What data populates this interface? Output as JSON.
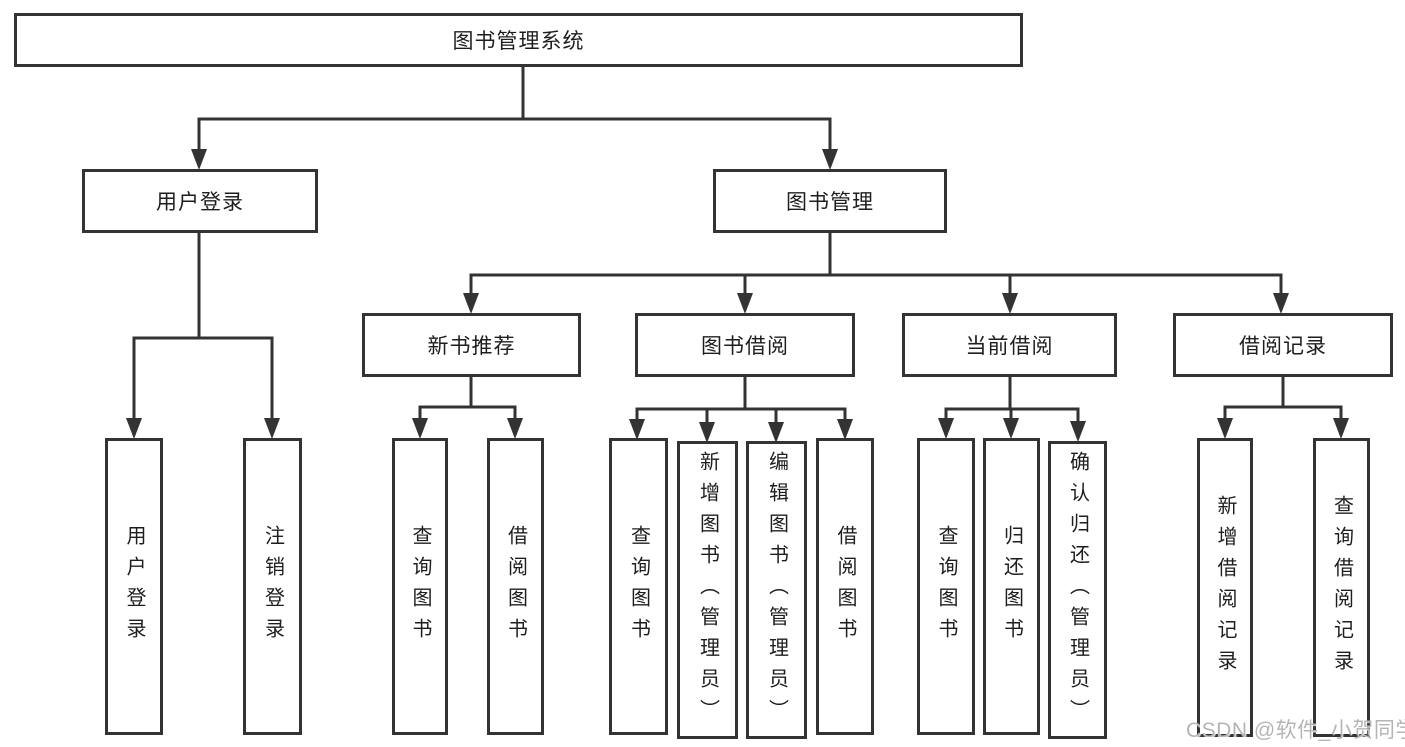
{
  "diagram": {
    "root": {
      "label": "图书管理系统"
    },
    "level2": [
      {
        "label": "用户登录"
      },
      {
        "label": "图书管理"
      }
    ],
    "level3": [
      {
        "label": "新书推荐"
      },
      {
        "label": "图书借阅"
      },
      {
        "label": "当前借阅"
      },
      {
        "label": "借阅记录"
      }
    ],
    "leaves": {
      "user_login": [
        {
          "label": "用户登录"
        },
        {
          "label": "注销登录"
        }
      ],
      "new_book": [
        {
          "label": "查询图书"
        },
        {
          "label": "借阅图书"
        }
      ],
      "book_borrow": [
        {
          "label": "查询图书"
        },
        {
          "label": "新增图书（管理员）"
        },
        {
          "label": "编辑图书（管理员）"
        },
        {
          "label": "借阅图书"
        }
      ],
      "current_borrow": [
        {
          "label": "查询图书"
        },
        {
          "label": "归还图书"
        },
        {
          "label": "确认归还（管理员）"
        }
      ],
      "borrow_record": [
        {
          "label": "新增借阅记录"
        },
        {
          "label": "查询借阅记录"
        }
      ]
    }
  },
  "watermark": {
    "text": "CSDN @软件_小贺同学"
  },
  "colors": {
    "line": "#333333",
    "box_border": "#333333",
    "box_fill": "#ffffff",
    "text": "#1e1e1e",
    "watermark": "#b5b5b5",
    "background": "#ffffff"
  }
}
